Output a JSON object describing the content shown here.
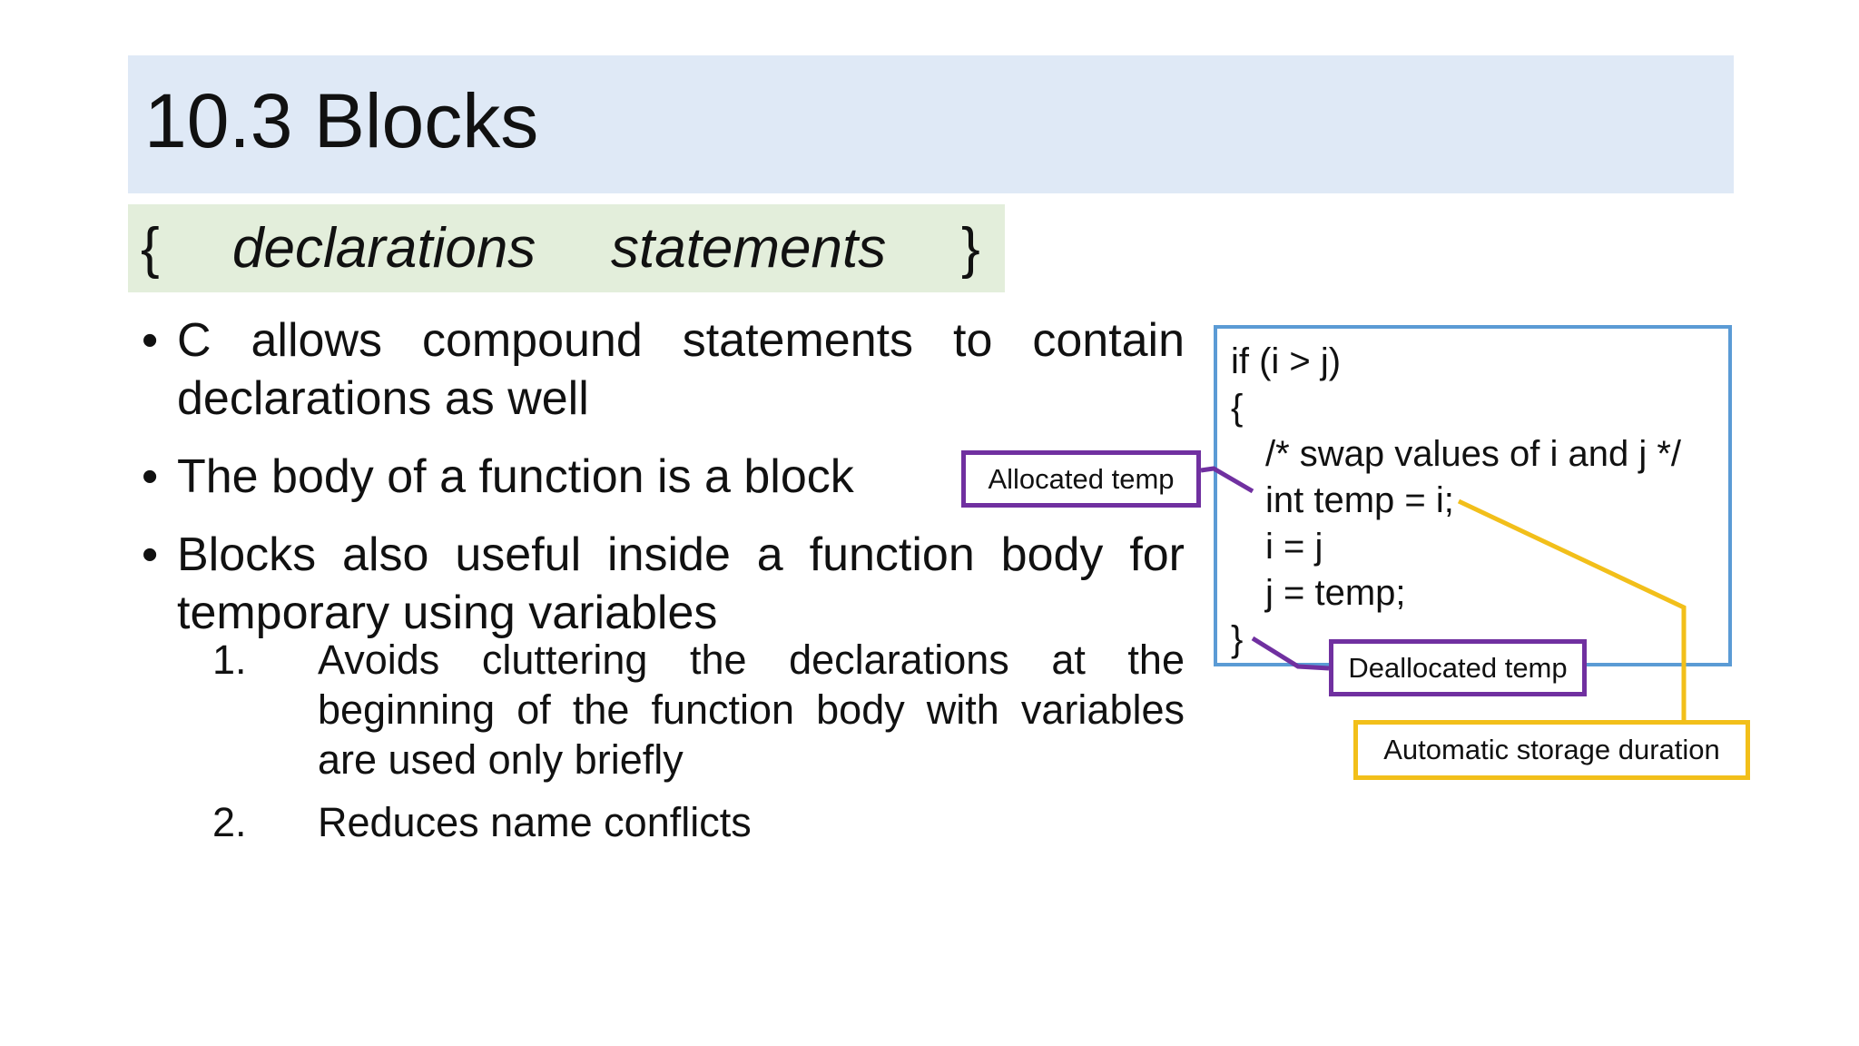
{
  "title": "10.3 Blocks",
  "syntax": {
    "open_brace": "{",
    "declarations": "declarations",
    "statements": "statements",
    "close_brace": "}"
  },
  "bullet_marker": "•",
  "bullets": [
    "C allows compound statements to contain declarations as well",
    "The body of a function is a block",
    "Blocks also useful inside a function body for temporary using variables"
  ],
  "sub_items": [
    {
      "num": "1.",
      "text": "Avoids cluttering the declarations at the beginning of the function body with variables are used only briefly"
    },
    {
      "num": "2.",
      "text": "Reduces name conflicts"
    }
  ],
  "code_lines": [
    "if (i > j)",
    "{",
    "/* swap values of i and j */",
    "int temp = i;",
    "i = j",
    "j = temp;",
    "}"
  ],
  "callouts": {
    "allocated": "Allocated temp",
    "deallocated": "Deallocated temp",
    "automatic": "Automatic storage duration"
  },
  "colors": {
    "title_background": "#dfe9f6",
    "syntax_background": "#e3eedb",
    "code_border": "#5b9bd5",
    "callout_purple": "#7030a0",
    "callout_yellow": "#f2bf1a"
  }
}
